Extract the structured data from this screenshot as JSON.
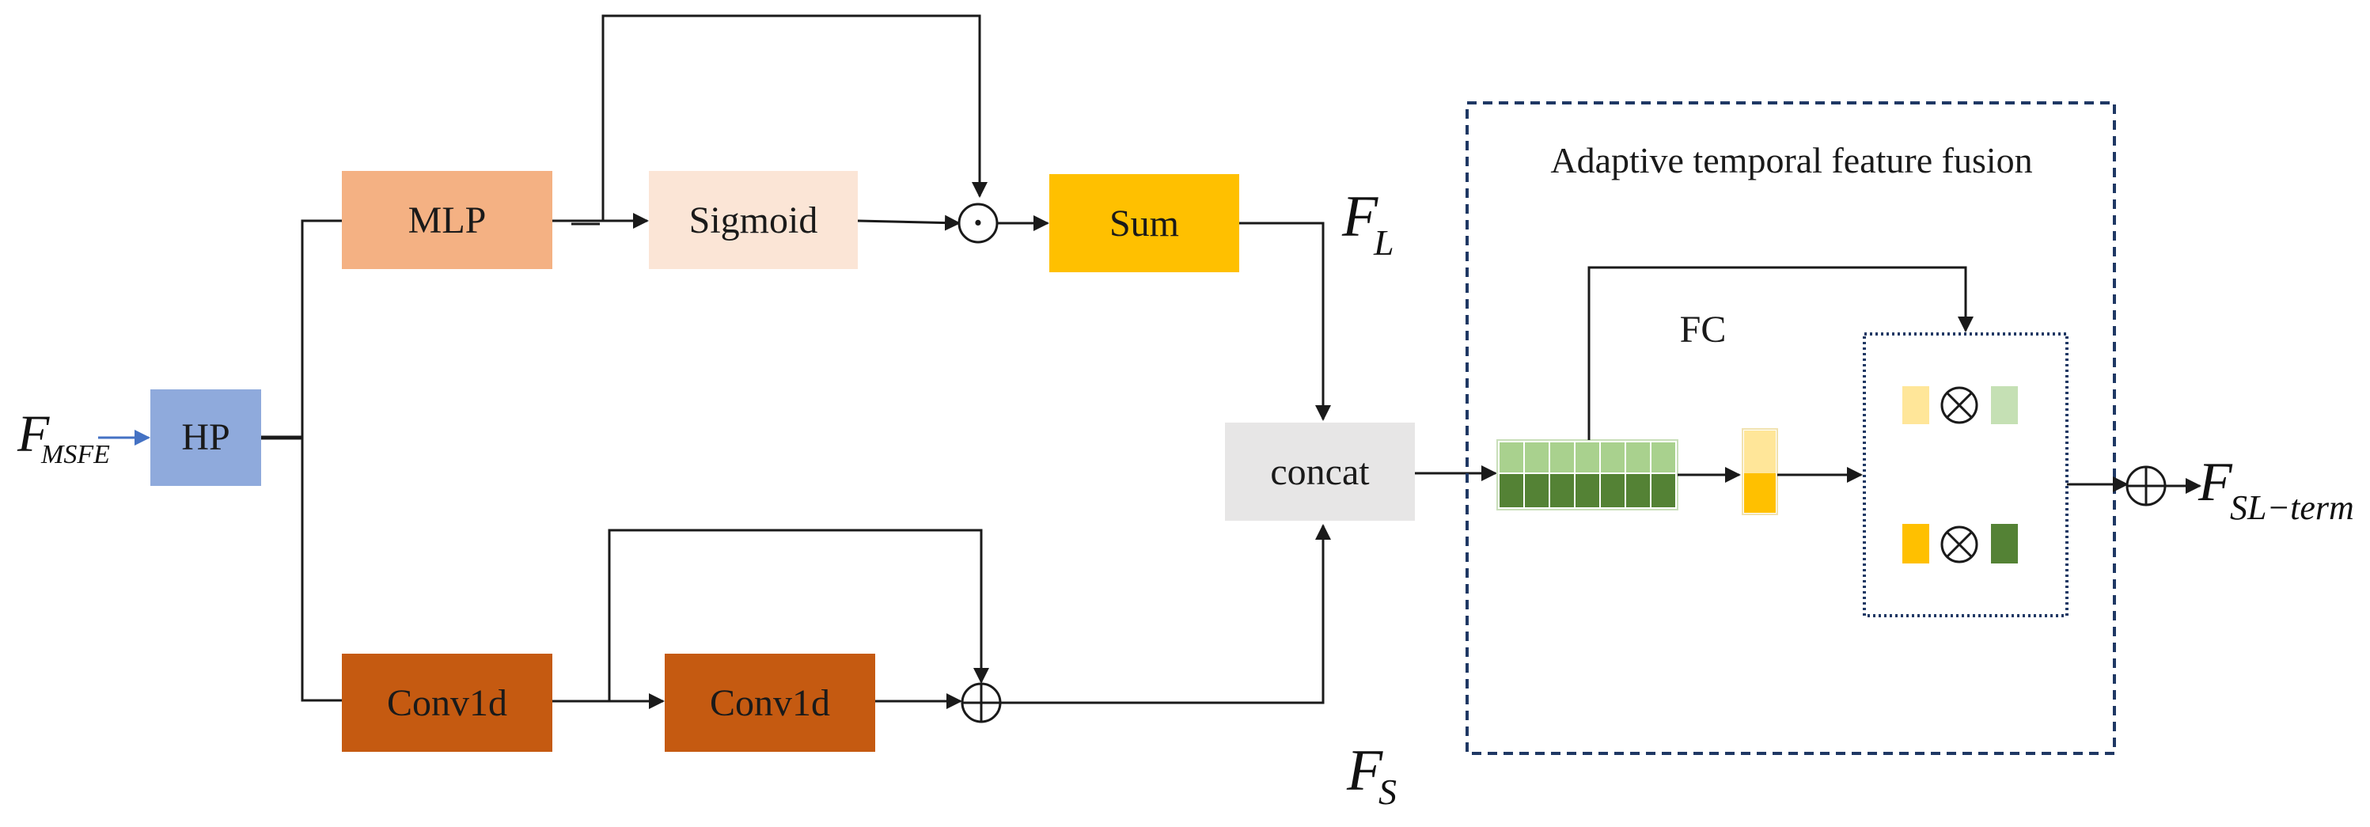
{
  "nodes": {
    "hp": {
      "label": "HP",
      "color": "#8faadc"
    },
    "mlp": {
      "label": "MLP",
      "color": "#f4b183"
    },
    "sigmoid": {
      "label": "Sigmoid",
      "color": "#fbe5d6"
    },
    "sum": {
      "label": "Sum",
      "color": "#ffc000"
    },
    "conv1": {
      "label": "Conv1d",
      "color": "#c55a11"
    },
    "conv2": {
      "label": "Conv1d",
      "color": "#c55a11"
    },
    "concat": {
      "label": "concat",
      "color": "#e7e6e6"
    }
  },
  "labels": {
    "input_main": "F",
    "input_sub": "MSFE",
    "fl_main": "F",
    "fl_sub": "L",
    "fs_main": "F",
    "fs_sub": "S",
    "output_main": "F",
    "output_sub": "SL−term",
    "fc": "FC",
    "fusion_title": "Adaptive temporal feature fusion"
  },
  "operators": {
    "hadamard": "·",
    "otimes": "⊗",
    "oplus": "⊕"
  },
  "colors": {
    "light_green": "#a9d18e",
    "dark_green": "#548235",
    "light_yellow": "#ffe699",
    "yellow": "#ffc000",
    "dashed_border": "#1f3864",
    "input_arrow": "#4472c4"
  }
}
